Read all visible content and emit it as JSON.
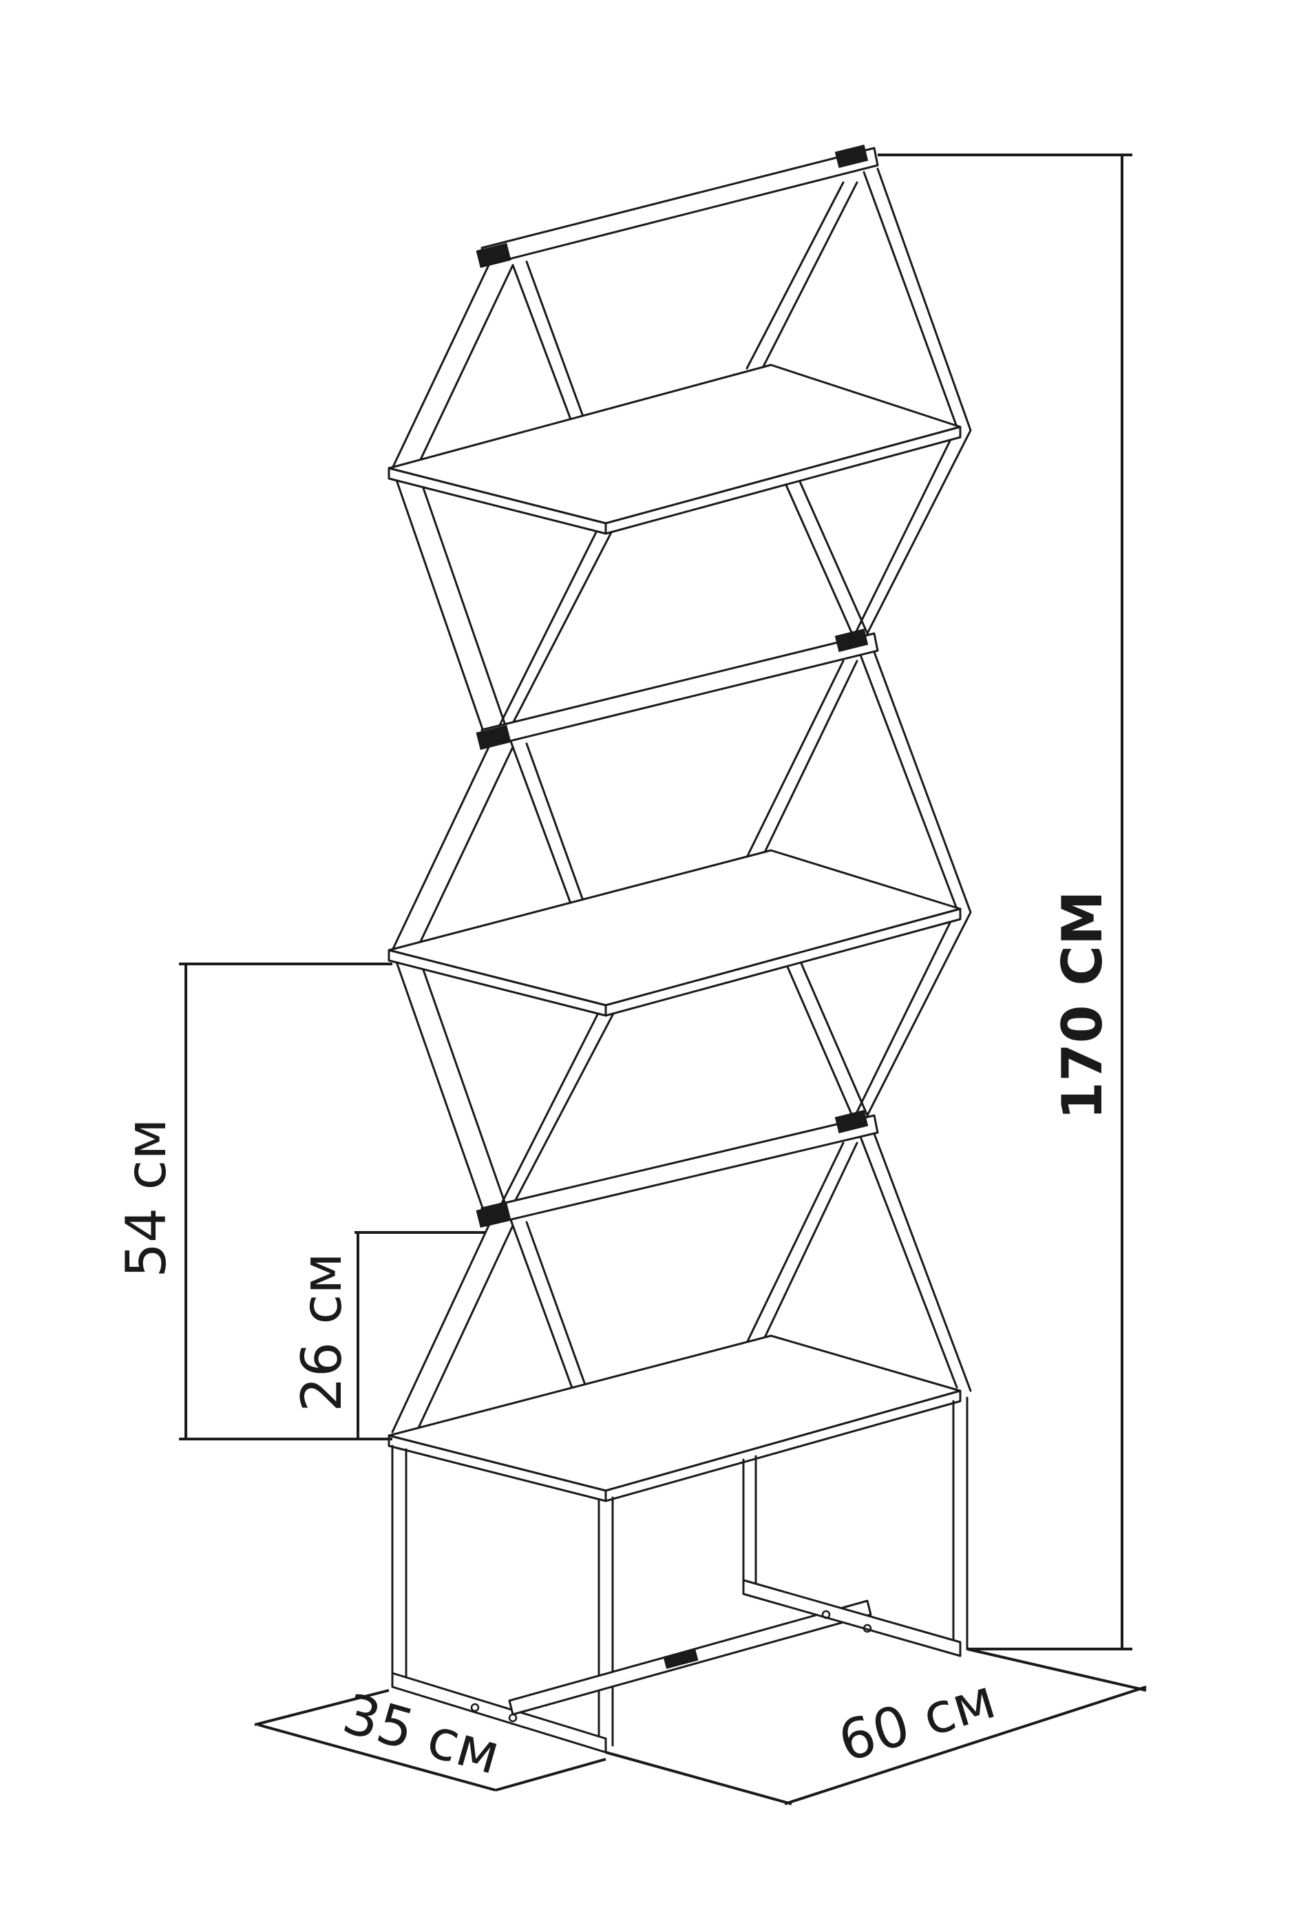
{
  "dimensions": {
    "height": "170 СМ",
    "tier_spacing": "54 см",
    "bottom_opening": "26 см",
    "depth": "35 см",
    "width": "60 см"
  }
}
